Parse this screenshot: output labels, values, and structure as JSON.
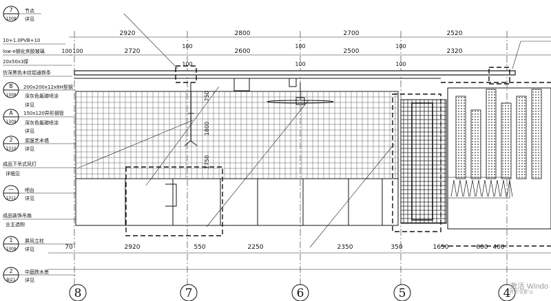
{
  "section_tags": [
    {
      "top": "7",
      "bottom": "1309",
      "line1": "节点",
      "line2": "详见"
    },
    {
      "top": "B",
      "bottom": "1308",
      "line1": "深灰色氟碳喷涂",
      "line2": "详见"
    },
    {
      "top": "A",
      "bottom": "1309",
      "line1": "深灰色氟碳喷涂",
      "line2": "详见"
    },
    {
      "top": "2",
      "bottom": "1310",
      "line1": "浆膜艺术墙",
      "line2": "详见"
    },
    {
      "top": "—",
      "bottom": "1311",
      "line1": "吧台",
      "line2": "详见"
    },
    {
      "top": "1",
      "bottom": "1309",
      "line1": "屏风立柱",
      "line2": "详见"
    },
    {
      "top": "2",
      "bottom": "BI21",
      "line1": "中庭跌水景",
      "line2": "详见"
    }
  ],
  "notes": {
    "glass": "10+1.0PVB+10",
    "glass2": "low-e钢化夹胶玻璃",
    "tube": "20x50x3厚",
    "wood": "仿深黑色木纹铝通铁条",
    "steel1": "200x200x12x8H型钢",
    "steel2": "150x120异形钢管",
    "lamp": "成品下吊式风灯",
    "lamp_sub": "详细见",
    "screen": "成品装饰吊扇",
    "screen_sub": "业主选购"
  },
  "dims": {
    "row1": [
      "2920",
      "2800",
      "2700",
      "2520"
    ],
    "row2a": [
      "100",
      "100",
      "100",
      "100",
      "100",
      "100",
      "100",
      "100"
    ],
    "row2b": [
      "2720",
      "2600",
      "2500",
      "2320"
    ],
    "vertical": [
      "750",
      "1800",
      "1750"
    ],
    "bottom": [
      "70",
      "2920",
      "550",
      "2250",
      "2350",
      "350",
      "1650",
      "600",
      "400"
    ]
  },
  "axes": [
    "8",
    "7",
    "6",
    "5",
    "4"
  ],
  "watermark": {
    "line1": "激活 Windo",
    "line2": "转到\"设置\"以"
  }
}
